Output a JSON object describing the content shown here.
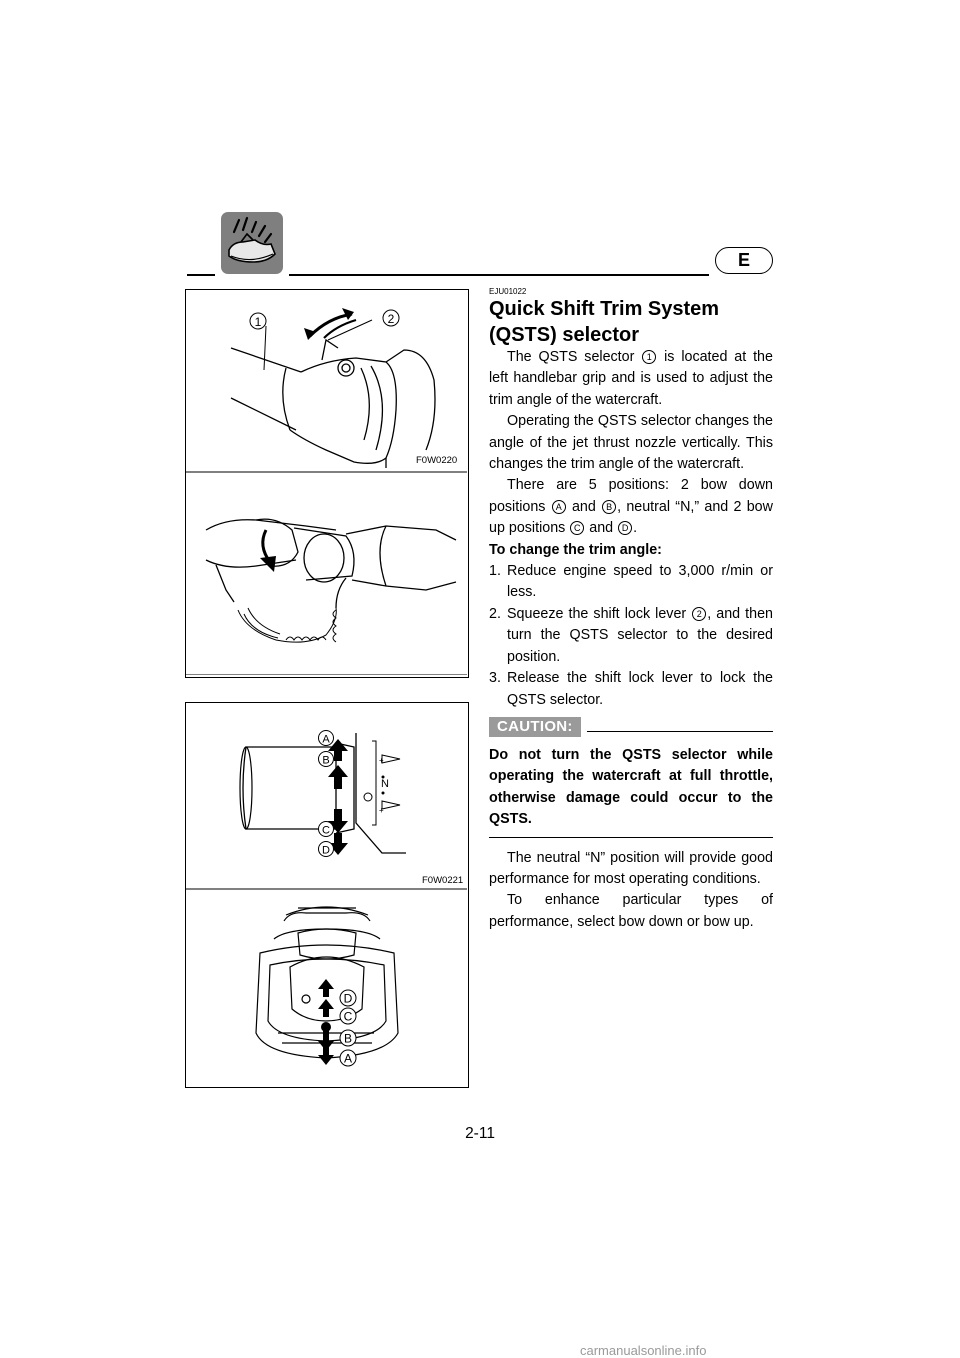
{
  "header": {
    "section_icon": "jet-ski-spray-icon",
    "language": "E"
  },
  "figures": {
    "fig1_code": "F0W0220",
    "fig1_labels": [
      "1",
      "2"
    ],
    "fig3_code": "F0W0221",
    "fig3_letters": [
      "A",
      "B",
      "C",
      "D"
    ],
    "fig3_neutral": "N",
    "fig4_letters": [
      "D",
      "C",
      "B",
      "A"
    ]
  },
  "content": {
    "doc_code": "EJU01022",
    "title": "Quick Shift Trim System (QSTS) selector",
    "p1_a": "The QSTS selector",
    "p1_ref": "1",
    "p1_b": "is located at the left handlebar grip and is used to adjust the trim angle of the watercraft.",
    "p2": "Operating the QSTS selector changes the angle of the jet thrust nozzle vertically. This changes the trim angle of the watercraft.",
    "p3_a": "There are 5 positions: 2 bow down positions",
    "p3_refA": "A",
    "p3_and1": "and",
    "p3_refB": "B",
    "p3_b": ", neutral “N,” and 2 bow up positions",
    "p3_refC": "C",
    "p3_and2": "and",
    "p3_refD": "D",
    "p3_end": ".",
    "steps_heading": "To change the trim angle:",
    "steps": [
      {
        "num": "1.",
        "a": "Reduce engine speed to 3,000 r/min or less.",
        "ref": "",
        "b": ""
      },
      {
        "num": "2.",
        "a": "Squeeze the shift lock lever",
        "ref": "2",
        "b": ", and then turn the QSTS selector to the desired position."
      },
      {
        "num": "3.",
        "a": "Release the shift lock lever to lock the QSTS selector.",
        "ref": "",
        "b": ""
      }
    ],
    "caution_label": "CAUTION:",
    "caution_text": "Do not turn the QSTS selector while operating the watercraft at full throttle, otherwise damage could occur to the QSTS.",
    "p4": "The neutral “N” position will provide good performance for most operating conditions.",
    "p5": "To enhance particular types of performance, select bow down or bow up."
  },
  "footer": {
    "page_number": "2-11",
    "watermark": "carmanualsonline.info"
  }
}
